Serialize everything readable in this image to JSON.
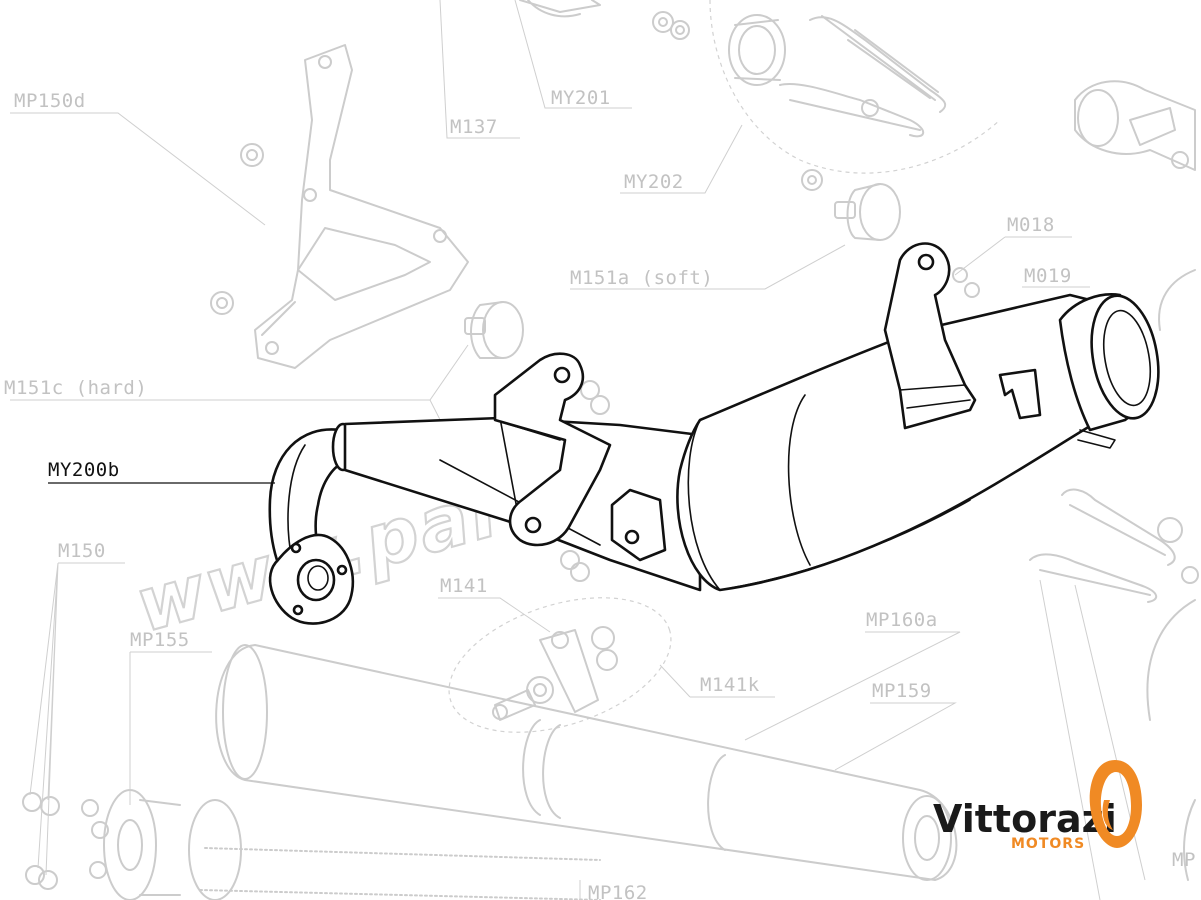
{
  "labels": {
    "mp150d": "MP150d",
    "m137": "M137",
    "my201": "MY201",
    "my202": "MY202",
    "m018": "M018",
    "m019": "M019",
    "m151a": "M151a (soft)",
    "m151c": "M151c (hard)",
    "my200b": "MY200b",
    "m150": "M150",
    "mp155": "MP155",
    "m141": "M141",
    "m141k": "M141k",
    "mp160a": "MP160a",
    "mp159": "MP159",
    "mp162": "MP162",
    "mp_right": "MP"
  },
  "watermark": "www.paramaniac.shop",
  "logo": {
    "name": "Vittorazi",
    "sub": "MOTORS",
    "accent": "#f08a24",
    "text_color": "#1a1a1a"
  },
  "colors": {
    "part_stroke": "#111111",
    "faint_stroke": "#cccccc"
  }
}
